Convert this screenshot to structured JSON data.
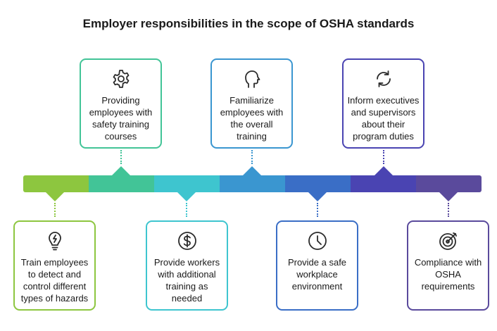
{
  "title": "Employer responsibilities in the scope of OSHA standards",
  "bar_colors": [
    "#8dc63f",
    "#42c497",
    "#3ec5cf",
    "#3a96d0",
    "#3a6ec6",
    "#4a44b2",
    "#5a4a9c"
  ],
  "top_cards": [
    {
      "icon": "gear-icon",
      "color": "#42c497",
      "text": "Providing employees with safety training courses"
    },
    {
      "icon": "head-icon",
      "color": "#3a96d0",
      "text": "Familiarize employees with the overall training"
    },
    {
      "icon": "refresh-icon",
      "color": "#4a44b2",
      "text": "Inform executives and supervisors about their program duties"
    }
  ],
  "bottom_cards": [
    {
      "icon": "lightbulb-bolt-icon",
      "color": "#8dc63f",
      "text": "Train employees to detect and control different types of hazards"
    },
    {
      "icon": "dollar-icon",
      "color": "#3ec5cf",
      "text": "Provide workers with additional training as needed"
    },
    {
      "icon": "clock-icon",
      "color": "#3a6ec6",
      "text": "Provide a safe workplace environment"
    },
    {
      "icon": "target-icon",
      "color": "#5a4a9c",
      "text": "Compliance with OSHA requirements"
    }
  ]
}
